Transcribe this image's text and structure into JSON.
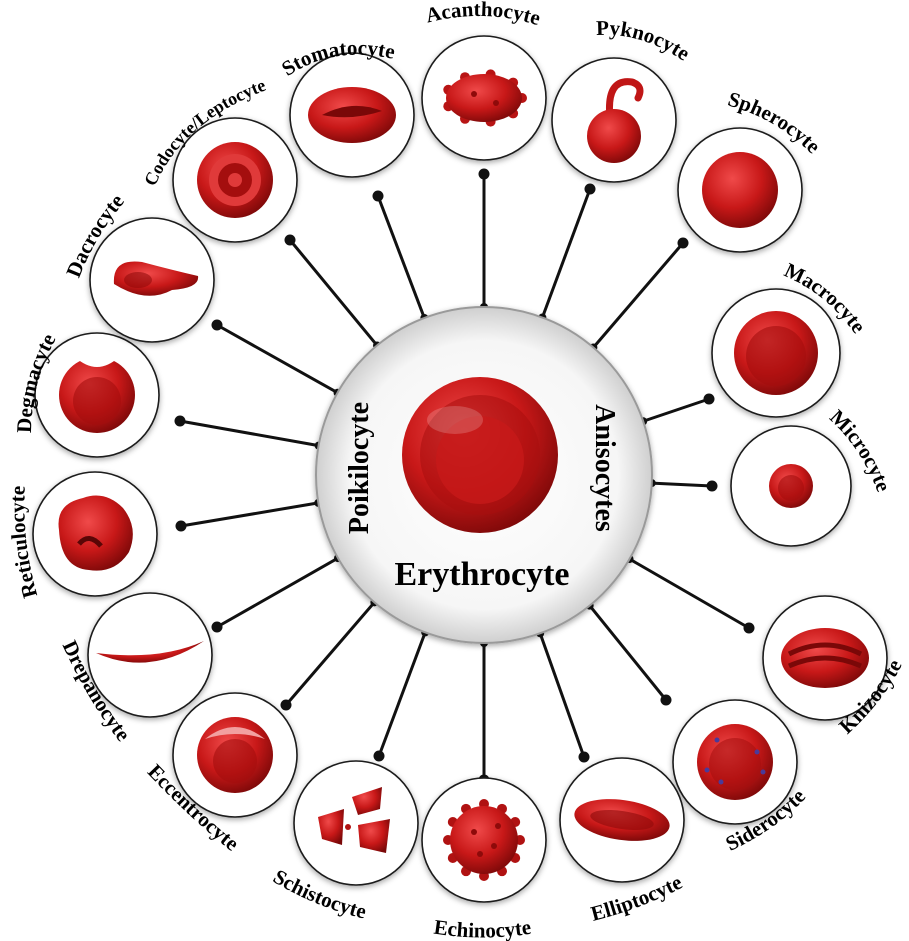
{
  "center": {
    "title": "Erythrocyte",
    "left_label": "Poikilocyte",
    "right_label": "Anisocytes"
  },
  "colors": {
    "cell_dark": "#8e0a0a",
    "cell_mid": "#c81818",
    "cell_light": "#f04a4a",
    "connector": "#111111",
    "ring": "#9a9a9a"
  },
  "cells": [
    {
      "key": "acanthocyte",
      "label": "Acanthocyte",
      "icon": "acanthocyte-icon"
    },
    {
      "key": "pyknocyte",
      "label": "Pyknocyte",
      "icon": "pyknocyte-icon"
    },
    {
      "key": "spherocyte",
      "label": "Spherocyte",
      "icon": "spherocyte-icon"
    },
    {
      "key": "macrocyte",
      "label": "Macrocyte",
      "icon": "macrocyte-icon"
    },
    {
      "key": "microcyte",
      "label": "Microcyte",
      "icon": "microcyte-icon"
    },
    {
      "key": "knizocyte",
      "label": "Knizocyte",
      "icon": "knizocyte-icon"
    },
    {
      "key": "siderocyte",
      "label": "Siderocyte",
      "icon": "siderocyte-icon"
    },
    {
      "key": "elliptocyte",
      "label": "Elliptocyte",
      "icon": "elliptocyte-icon"
    },
    {
      "key": "echinocyte",
      "label": "Echinocyte",
      "icon": "echinocyte-icon"
    },
    {
      "key": "schistocyte",
      "label": "Schistocyte",
      "icon": "schistocyte-icon"
    },
    {
      "key": "eccentrocyte",
      "label": "Eccentrocyte",
      "icon": "eccentrocyte-icon"
    },
    {
      "key": "drepanocyte",
      "label": "Drepanocyte",
      "icon": "drepanocyte-icon"
    },
    {
      "key": "reticulocyte",
      "label": "Reticulocyte",
      "icon": "reticulocyte-icon"
    },
    {
      "key": "degmacyte",
      "label": "Degmacyte",
      "icon": "degmacyte-icon"
    },
    {
      "key": "dacrocyte",
      "label": "Dacrocyte",
      "icon": "dacrocyte-icon"
    },
    {
      "key": "codocyte",
      "label": "Codocyte/Leptocyte",
      "icon": "codocyte-icon"
    },
    {
      "key": "stomatocyte",
      "label": "Stomatocyte",
      "icon": "stomatocyte-icon"
    }
  ]
}
